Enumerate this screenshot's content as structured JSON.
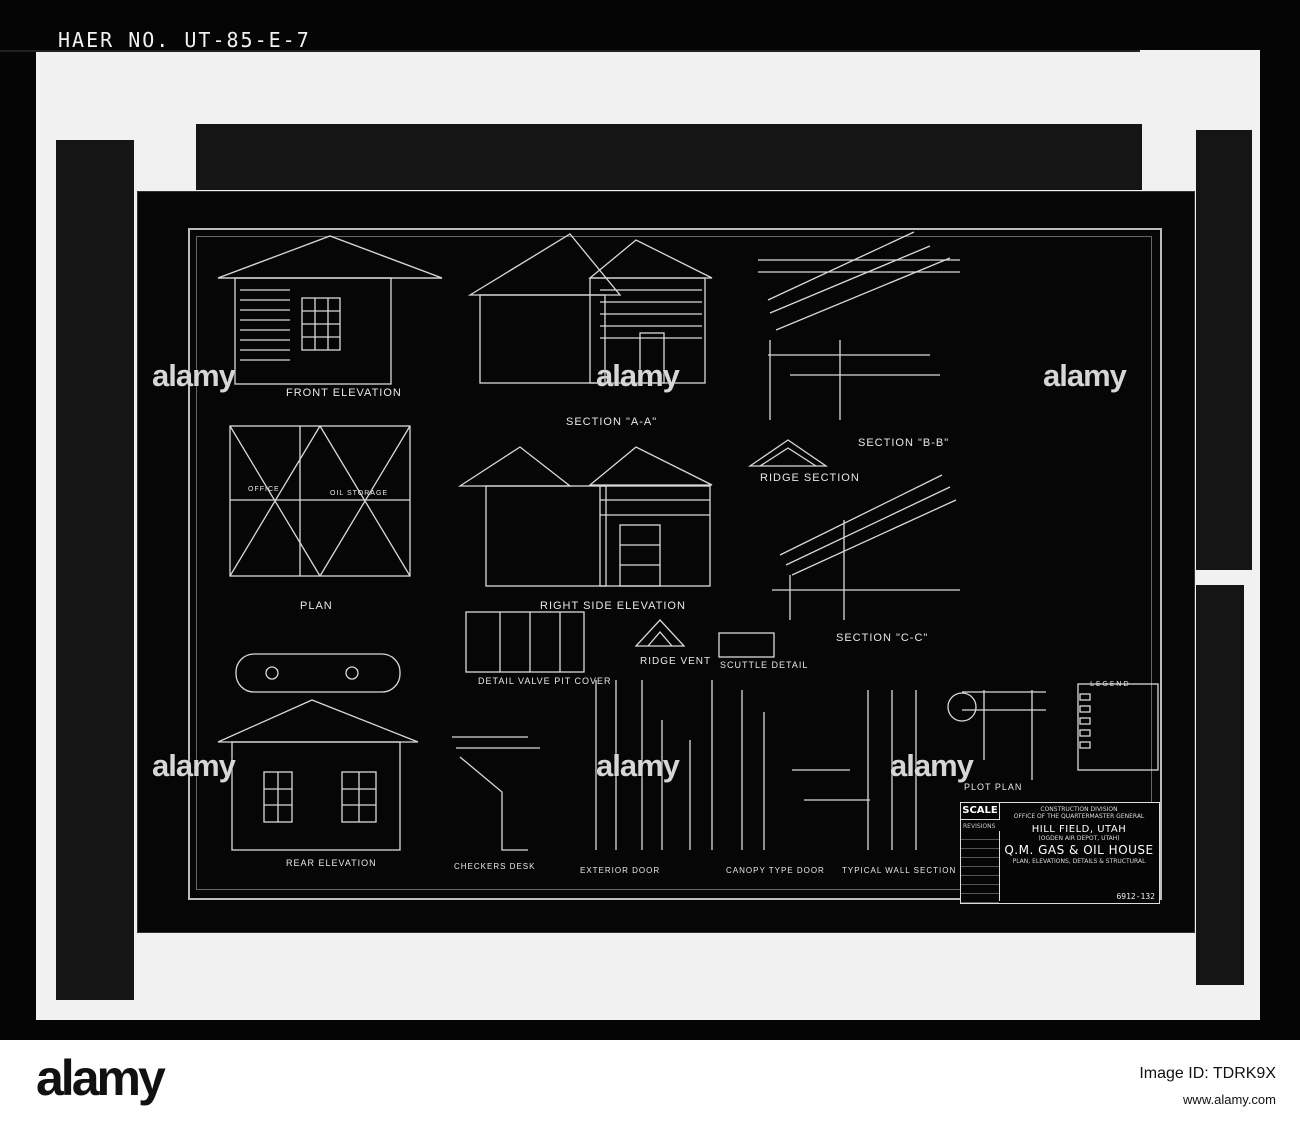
{
  "photo": {
    "haer_number": "HAER NO. UT-85-E-7"
  },
  "sheet": {
    "drawing_labels": {
      "front_elevation": "FRONT ELEVATION",
      "section_aa": "SECTION \"A-A\"",
      "section_bb": "SECTION \"B-B\"",
      "ridge_section": "RIDGE SECTION",
      "plan": "PLAN",
      "right_side_elevation": "RIGHT SIDE ELEVATION",
      "section_cc": "SECTION \"C-C\"",
      "detail_valve_pit_cover": "DETAIL VALVE PIT COVER",
      "ridge_vent": "RIDGE VENT",
      "scuttle_detail": "SCUTTLE DETAIL",
      "rear_elevation": "REAR ELEVATION",
      "checkers_desk": "CHECKERS DESK",
      "exterior_door": "EXTERIOR DOOR",
      "canopy_type_door": "CANOPY TYPE DOOR",
      "typical_wall_section": "TYPICAL WALL SECTION",
      "plot_plan": "PLOT PLAN",
      "oil_storage": "OIL STORAGE",
      "office": "OFFICE",
      "legend": "LEGEND"
    },
    "title_block": {
      "scale_label": "SCALE",
      "revisions_label": "REVISIONS",
      "line1": "CONSTRUCTION DIVISION",
      "line2": "OFFICE OF THE QUARTERMASTER GENERAL",
      "line3": "HILL FIELD, UTAH",
      "line4": "(OGDEN AIR DEPOT, UTAH)",
      "line5": "Q.M. GAS & OIL HOUSE",
      "line6": "PLAN, ELEVATIONS, DETAILS & STRUCTURAL",
      "drawing_number": "6912-132"
    }
  },
  "watermark": {
    "text": "alamy"
  },
  "footer": {
    "logo": "alamy",
    "image_id": "Image ID: TDRK9X",
    "site": "www.alamy.com"
  }
}
